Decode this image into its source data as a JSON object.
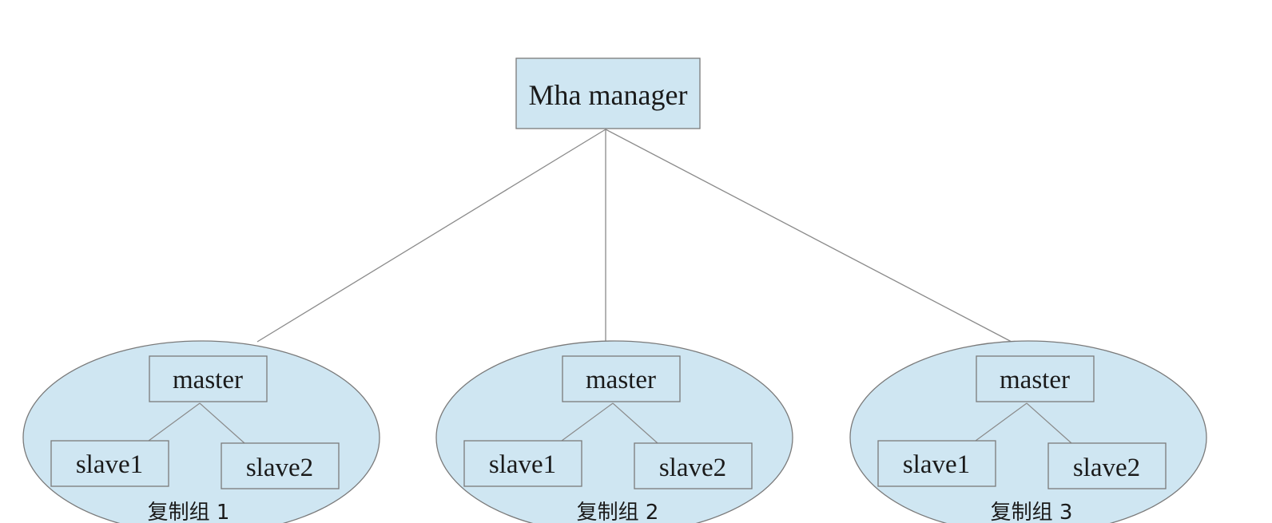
{
  "diagram": {
    "colors": {
      "node_fill": "#cfe6f2",
      "node_stroke": "#7a7a7a",
      "edge": "#8a8a8a",
      "text": "#1a1a1a"
    },
    "manager": {
      "label": "Mha manager"
    },
    "groups": [
      {
        "caption": "复制组 1",
        "master": "master",
        "slave1": "slave1",
        "slave2": "slave2"
      },
      {
        "caption": "复制组 2",
        "master": "master",
        "slave1": "slave1",
        "slave2": "slave2"
      },
      {
        "caption": "复制组 3",
        "master": "master",
        "slave1": "slave1",
        "slave2": "slave2"
      }
    ]
  }
}
